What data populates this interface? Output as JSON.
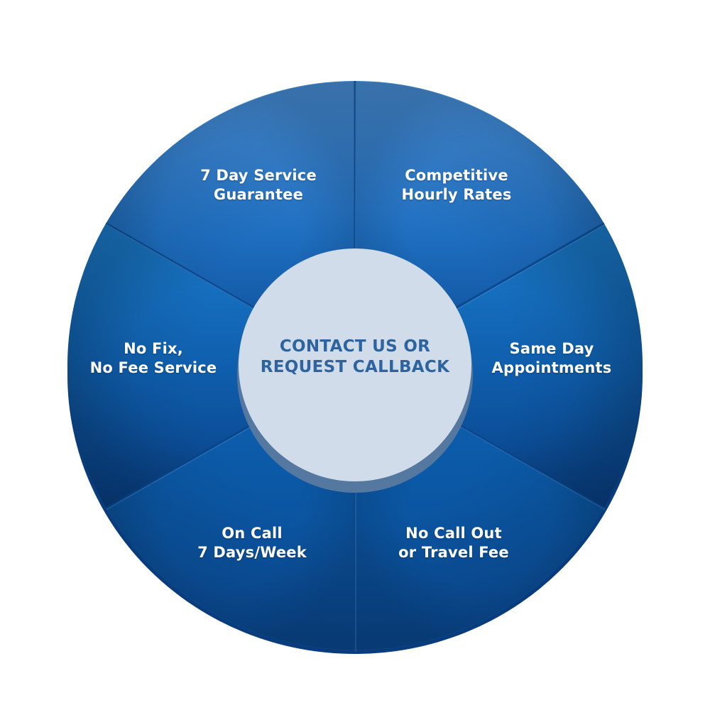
{
  "center": {
    "line1": "CONTACT US OR",
    "line2": "REQUEST CALLBACK"
  },
  "segments": [
    {
      "id": "competitive-hourly-rates",
      "line1": "Competitive",
      "line2": "Hourly Rates"
    },
    {
      "id": "same-day-appointments",
      "line1": "Same Day",
      "line2": "Appointments"
    },
    {
      "id": "no-call-out-fee",
      "line1": "No Call Out",
      "line2": "or Travel Fee"
    },
    {
      "id": "on-call-7-days",
      "line1": "On Call",
      "line2": "7 Days/Week"
    },
    {
      "id": "no-fix-no-fee",
      "line1": "No Fix,",
      "line2": "No Fee Service"
    },
    {
      "id": "7-day-service-guarantee",
      "line1": "7 Day Service",
      "line2": "Guarantee"
    }
  ],
  "colors": {
    "segment_light": "#3f8ad8",
    "segment_mid": "#1466b8",
    "segment_dark": "#0a3f82",
    "rim": "#083c7c",
    "center_fill": "#d1dcea",
    "center_rim": "#5478a0",
    "center_text": "#2d64a0"
  }
}
